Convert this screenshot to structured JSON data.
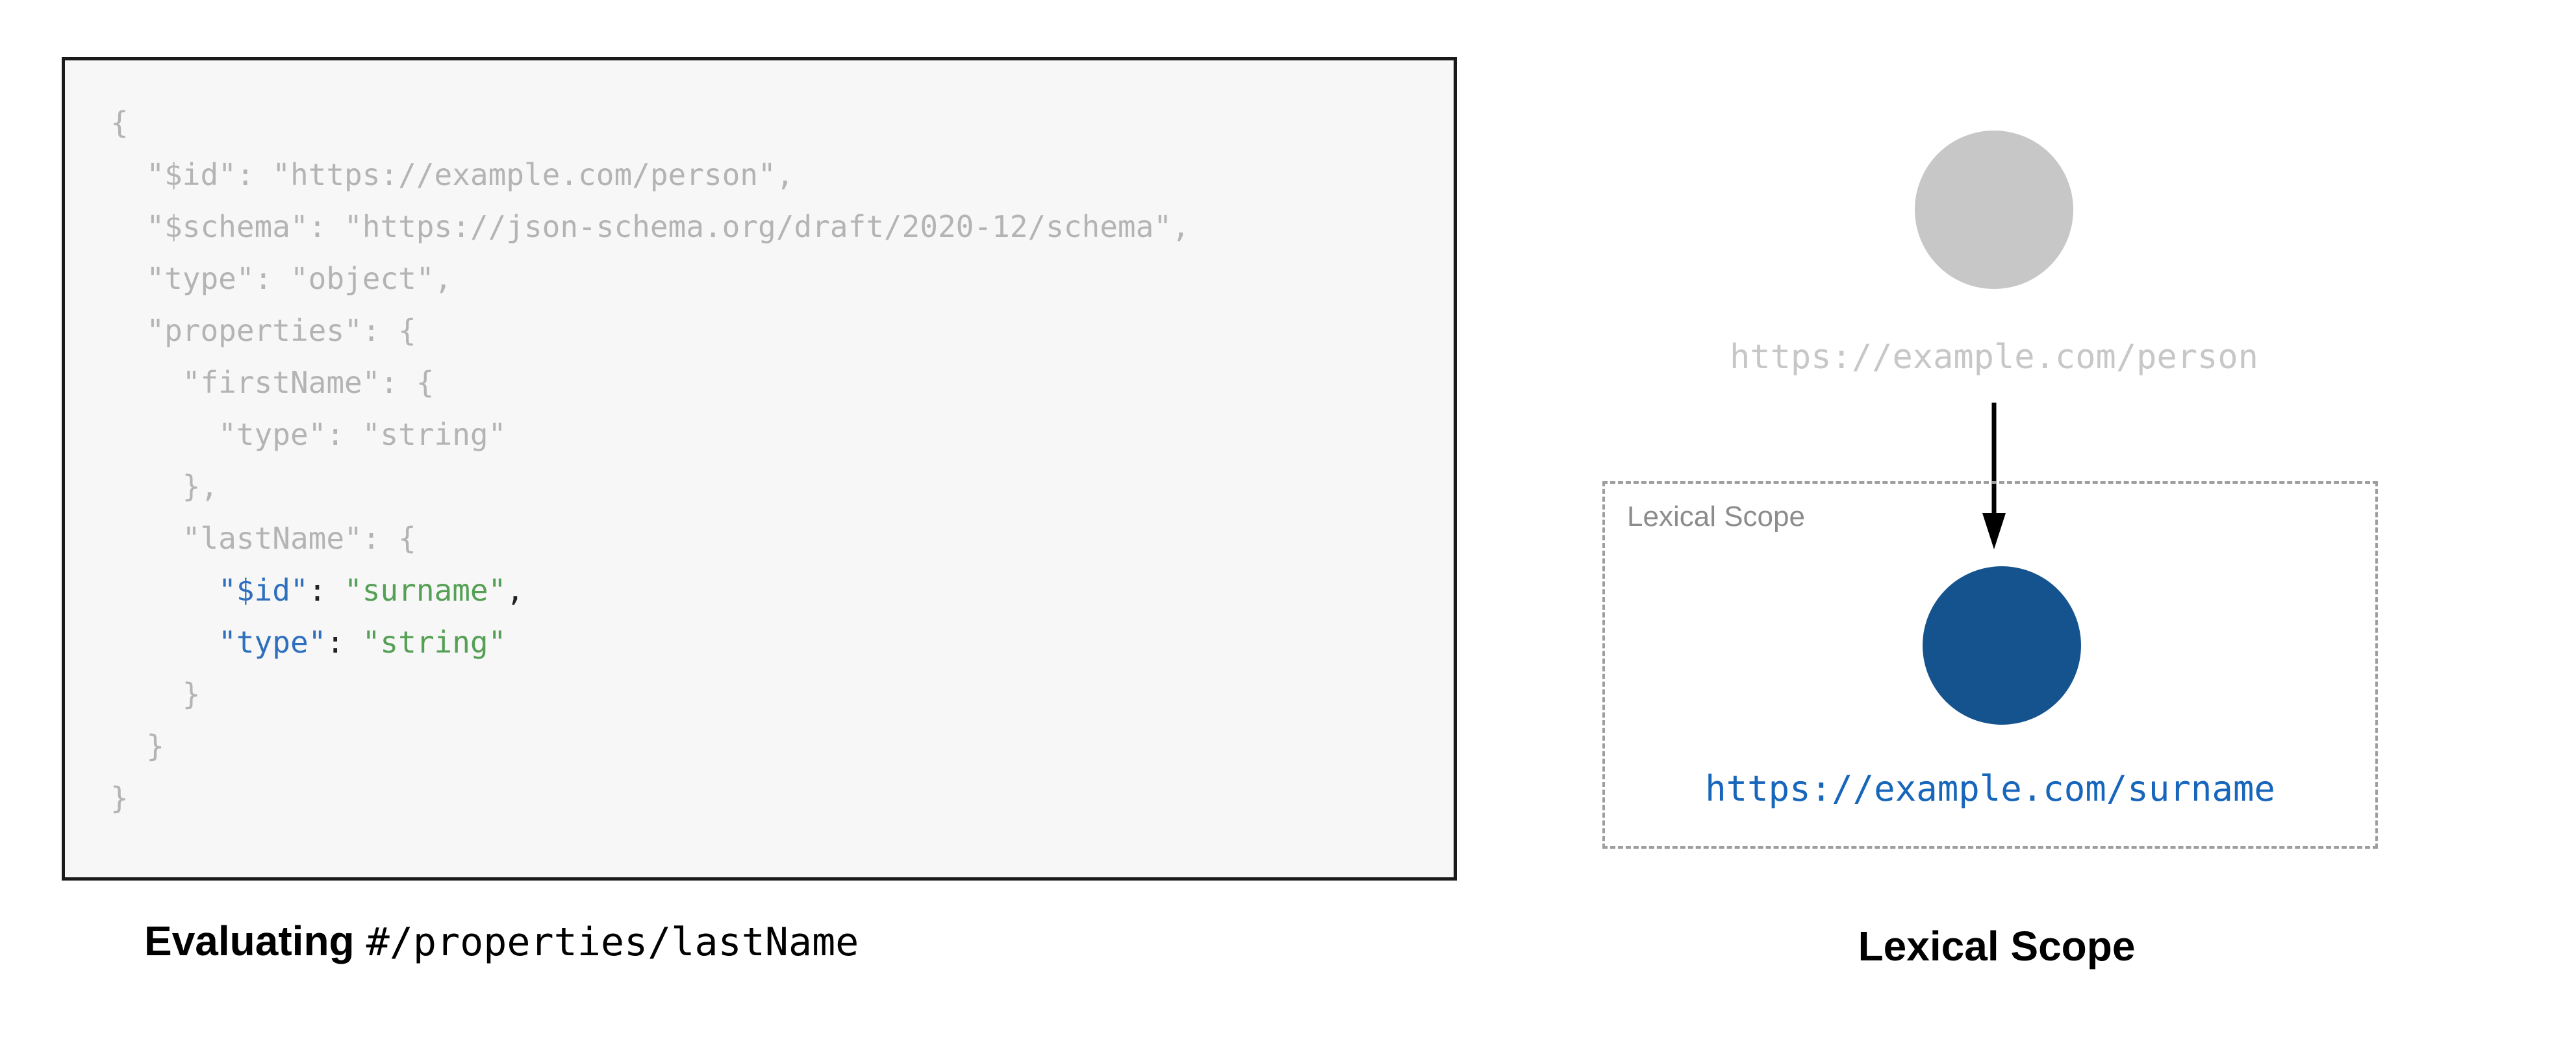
{
  "left_panel": {
    "code_lines": [
      [
        {
          "t": "{",
          "c": "dim"
        }
      ],
      [
        {
          "t": "  \"$id\": \"https://example.com/person\",",
          "c": "dim"
        }
      ],
      [
        {
          "t": "  \"$schema\": \"https://json-schema.org/draft/2020-12/schema\",",
          "c": "dim"
        }
      ],
      [
        {
          "t": "  \"type\": \"object\",",
          "c": "dim"
        }
      ],
      [
        {
          "t": "  \"properties\": {",
          "c": "dim"
        }
      ],
      [
        {
          "t": "    \"firstName\": {",
          "c": "dim"
        }
      ],
      [
        {
          "t": "      \"type\": \"string\"",
          "c": "dim"
        }
      ],
      [
        {
          "t": "    },",
          "c": "dim"
        }
      ],
      [
        {
          "t": "    \"lastName\": {",
          "c": "dim"
        }
      ],
      [
        {
          "t": "      ",
          "c": "dim"
        },
        {
          "t": "\"$id\"",
          "c": "key"
        },
        {
          "t": ": ",
          "c": "punct"
        },
        {
          "t": "\"surname\"",
          "c": "val"
        },
        {
          "t": ",",
          "c": "punct"
        }
      ],
      [
        {
          "t": "      ",
          "c": "dim"
        },
        {
          "t": "\"type\"",
          "c": "key"
        },
        {
          "t": ": ",
          "c": "punct"
        },
        {
          "t": "\"string\"",
          "c": "val"
        }
      ],
      [
        {
          "t": "    }",
          "c": "dim"
        }
      ],
      [
        {
          "t": "  }",
          "c": "dim"
        }
      ],
      [
        {
          "t": "}",
          "c": "dim"
        }
      ]
    ],
    "caption": {
      "bold": "Evaluating",
      "code": "#/properties/lastName"
    }
  },
  "diagram": {
    "parent_label": "https://example.com/person",
    "scope_label": "Lexical Scope",
    "child_label": "https://example.com/surname",
    "caption": "Lexical Scope"
  },
  "colors": {
    "code_dim": "#b4b4b4",
    "code_key": "#2e6fbe",
    "code_val": "#55a055",
    "code_punct": "#222222",
    "parent_circle": "#c7c7c7",
    "parent_label": "#c7c7c7",
    "child_circle": "#15538f",
    "child_label": "#1766bb",
    "dash": "#9e9e9e",
    "scope_label": "#8c8c8c"
  }
}
